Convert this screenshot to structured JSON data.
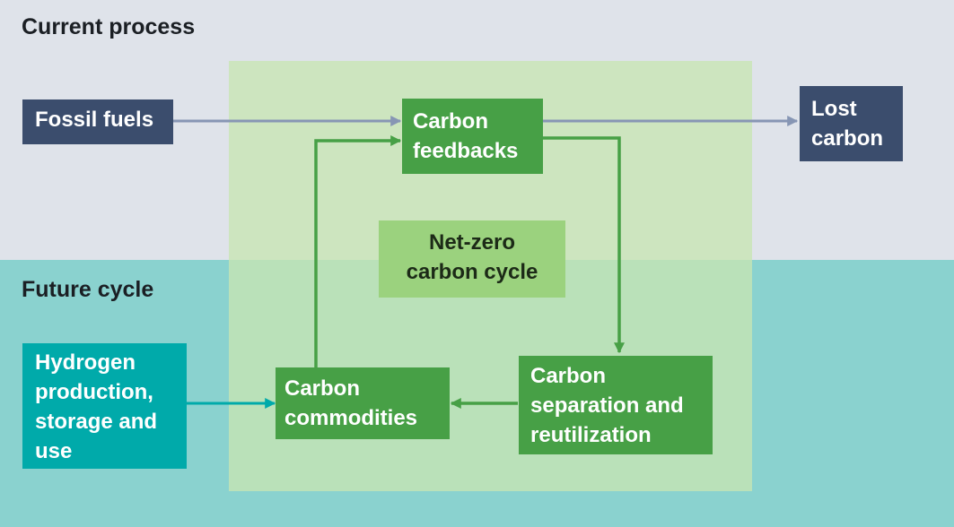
{
  "sections": {
    "current": "Current process",
    "future": "Future cycle"
  },
  "nodes": {
    "fossil_fuels": "Fossil fuels",
    "carbon_feedbacks": "Carbon\nfeedbacks",
    "lost_carbon": "Lost\ncarbon",
    "net_zero": "Net-zero\ncarbon cycle",
    "hydrogen": "Hydrogen\nproduction,\nstorage and\nuse",
    "carbon_commodities": "Carbon\ncommodities",
    "carbon_separation": "Carbon\nseparation and\nreutilization"
  },
  "colors": {
    "top_band": "#dfe3ea",
    "bottom_band": "#8ad2cf",
    "cycle_area": "#c8e5b2",
    "dark_box": "#3b4d6d",
    "green_box": "#47a046",
    "teal_box": "#00aaaa",
    "center_box": "#9bd27e",
    "grey_arrow": "#8796b4",
    "green_arrow": "#47a046",
    "teal_arrow": "#00aaaa"
  }
}
